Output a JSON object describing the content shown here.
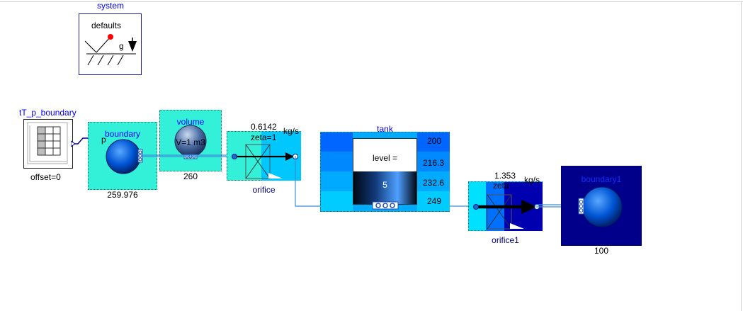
{
  "system": {
    "name": "system",
    "defaults_label": "defaults",
    "g_label": "g"
  },
  "source": {
    "name": "tT_p_boundary",
    "param": "offset=0"
  },
  "boundary": {
    "name": "boundary",
    "port": "p",
    "value": "259.976"
  },
  "volume": {
    "name": "volume",
    "inner": "V=1 m3",
    "value": "260"
  },
  "orifice": {
    "name": "orifice",
    "flow": "0.6142",
    "unit": "kg/s",
    "zeta": "zeta=1"
  },
  "tank": {
    "name": "tank",
    "level_label": "level =",
    "level_value": "5",
    "cells": [
      "200",
      "216.3",
      "232.6",
      "249"
    ]
  },
  "orifice1": {
    "name": "orifice1",
    "flow": "1.353",
    "unit": "kg/s",
    "zeta": "zeta"
  },
  "boundary1": {
    "name": "boundary1",
    "value": "100"
  },
  "colors": {
    "teal": "#33f0d8",
    "blue_fill": "#0044cc",
    "dark_navy": "#00008b",
    "link": "#3b8fd6"
  }
}
